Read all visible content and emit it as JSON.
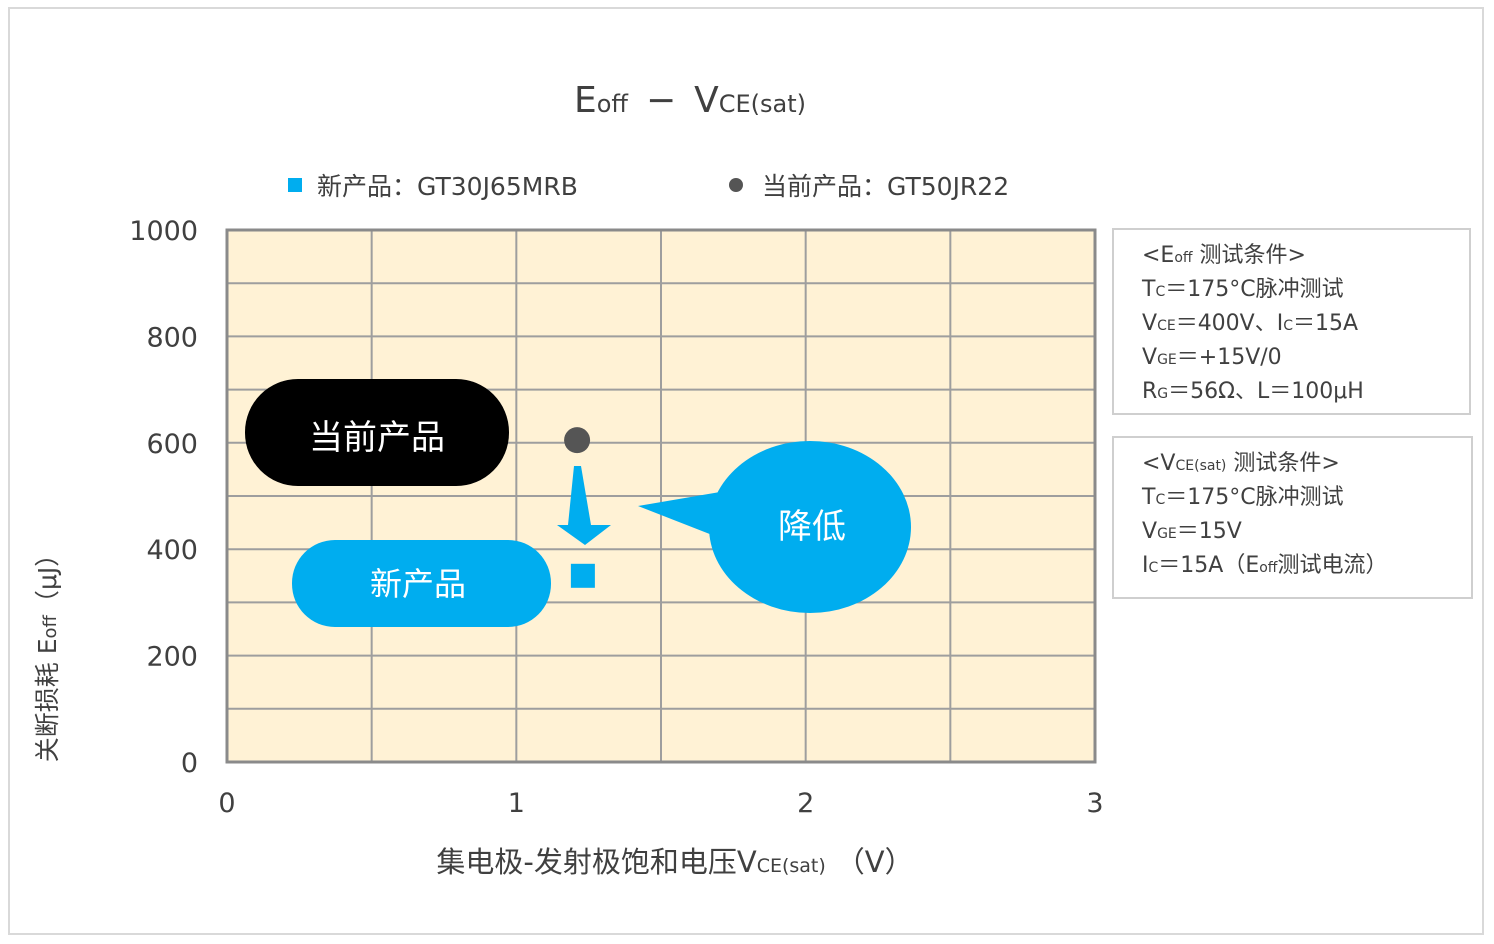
{
  "chart_data": {
    "type": "scatter",
    "title": {
      "main": "E",
      "main_sub": "off",
      "dash": "−",
      "v": "V",
      "v_sub": "CE(sat)"
    },
    "xlabel": {
      "main": "集电极-发射极饱和电压V",
      "sub": "CE(sat)",
      "unit": "（V）"
    },
    "ylabel": {
      "main": "关断损耗 E",
      "sub": "off",
      "unit": "（μJ）"
    },
    "xlim": [
      0,
      3
    ],
    "ylim": [
      0,
      1000
    ],
    "xticks": [
      "0",
      "1",
      "2",
      "3"
    ],
    "yticks": [
      "0",
      "200",
      "400",
      "600",
      "800",
      "1000"
    ],
    "grid": true,
    "legend_placement": "top",
    "series": [
      {
        "name": "新产品：GT30J65MRB",
        "marker": "square",
        "color": "#00adef",
        "x": [
          1.23
        ],
        "y": [
          350
        ]
      },
      {
        "name": "当前产品：GT50JR22",
        "marker": "circle",
        "color": "#555555",
        "x": [
          1.21
        ],
        "y": [
          605
        ]
      }
    ],
    "annotations": {
      "current": "当前产品",
      "new": "新产品",
      "reduce": "降低"
    }
  },
  "conditions": {
    "eoff": {
      "title": [
        "<E",
        "off",
        " 测试条件>"
      ],
      "lines": [
        [
          "T",
          "C",
          "＝175°C脉冲测试"
        ],
        [
          "V",
          "CE",
          "＝400V、I",
          "C",
          "＝15A"
        ],
        [
          "V",
          "GE",
          "＝+15V/0"
        ],
        [
          "R",
          "G",
          "＝56Ω、L＝100μH"
        ]
      ]
    },
    "vce": {
      "title": [
        "<V",
        "CE(sat)",
        " 测试条件>"
      ],
      "lines": [
        [
          "T",
          "C",
          "＝175°C脉冲测试"
        ],
        [
          "V",
          "GE",
          "＝15V"
        ],
        [
          "I",
          "C",
          "＝15A（E",
          "off",
          "测试电流）"
        ]
      ]
    }
  },
  "colors": {
    "plot_bg": "#fff2d5",
    "grid": "#9e9e9e",
    "accent": "#00adef",
    "current": "#555555"
  }
}
